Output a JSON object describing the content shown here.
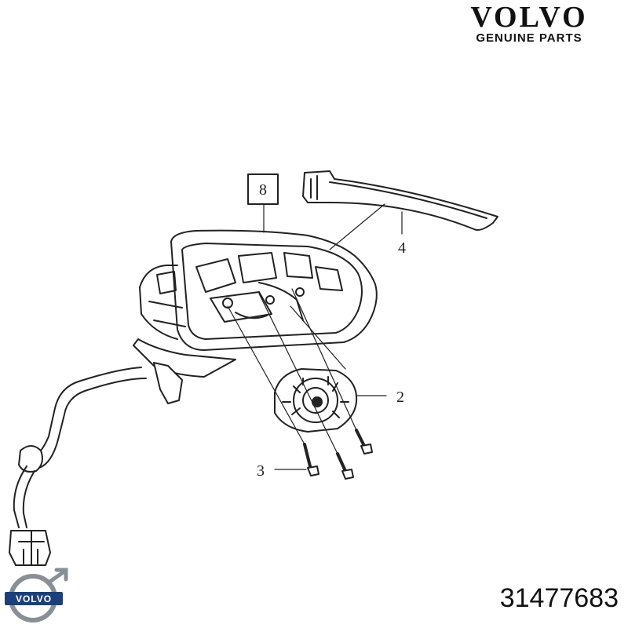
{
  "brand": {
    "name": "VOLVO",
    "subtitle": "GENUINE PARTS",
    "logo_text": "VOLVO"
  },
  "callouts": {
    "boxed": "8",
    "c4": "4",
    "c2": "2",
    "c3": "3"
  },
  "part_number": "31477683"
}
